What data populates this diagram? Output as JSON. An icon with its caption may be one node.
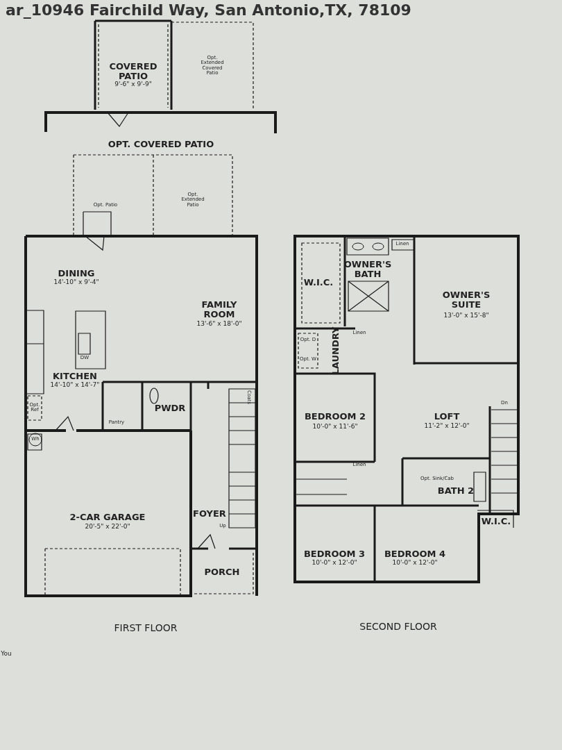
{
  "diagram": {
    "title": "ar_10946 Fairchild Way, San Antonio,TX, 78109",
    "labels": [
      "COVERED PATIO",
      "9'-6\" x 9'-9\"",
      "Opt. Extended Covered Patio",
      "OPT. COVERED PATIO",
      "Opt. Patio",
      "Opt. Extended Patio",
      "DINING",
      "14'-10\" x 9'-4\"",
      "FAMILY ROOM",
      "13'-6\" x 18'-0\"",
      "DW",
      "KITCHEN",
      "14'-10\" x 14'-7\"",
      "Coats",
      "PWDR",
      "Opt. Ref",
      "Pantry",
      "Wh",
      "2-CAR GARAGE",
      "20'-5\" x 22'-0\"",
      "FOYER",
      "Up",
      "PORCH",
      "FIRST FLOOR",
      "Linen",
      "OWNER'S BATH",
      "W.I.C.",
      "OWNER'S SUITE",
      "13'-0\" x 15'-8\"",
      "Linen",
      "Opt. D",
      "Opt. W",
      "LAUNDRY",
      "BEDROOM 2",
      "10'-0\" x 11'-6\"",
      "LOFT",
      "11'-2\" x 12'-0\"",
      "Dn",
      "Linen",
      "Opt. Sink/Cab",
      "BATH 2",
      "W.I.C.",
      "BEDROOM 3",
      "10'-0\" x 12'-0\"",
      "BEDROOM 4",
      "10'-0\" x 12'-0\"",
      "SECOND FLOOR",
      "You"
    ]
  }
}
